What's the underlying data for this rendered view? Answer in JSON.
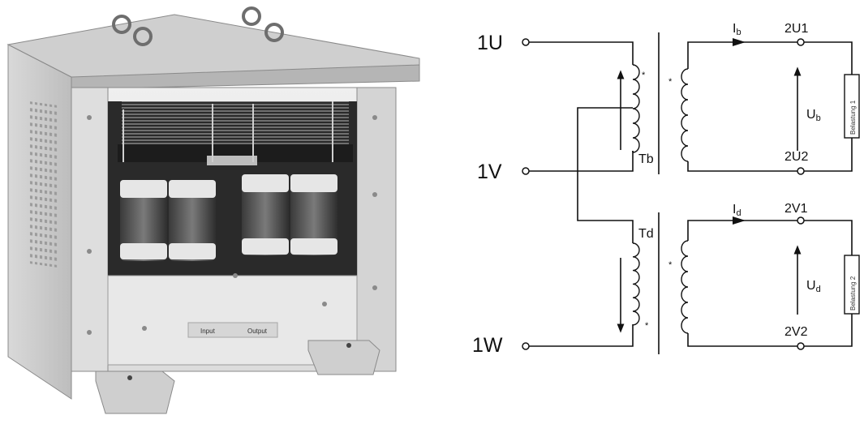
{
  "photo": {
    "plate_input": "Input",
    "plate_output": "Output"
  },
  "diagram": {
    "terminals": {
      "in_u": "1U",
      "in_v": "1V",
      "in_w": "1W",
      "out_u1": "2U1",
      "out_u2": "2U2",
      "out_v1": "2V1",
      "out_v2": "2V2"
    },
    "transformers": {
      "top": "Tb",
      "bottom": "Td"
    },
    "currents": {
      "top": "I",
      "top_sub": "b",
      "bottom": "I",
      "bottom_sub": "d"
    },
    "voltages": {
      "top": "U",
      "top_sub": "b",
      "bottom": "U",
      "bottom_sub": "d"
    },
    "loads": {
      "top": "Belastung 1",
      "bottom": "Belastung 2"
    }
  }
}
